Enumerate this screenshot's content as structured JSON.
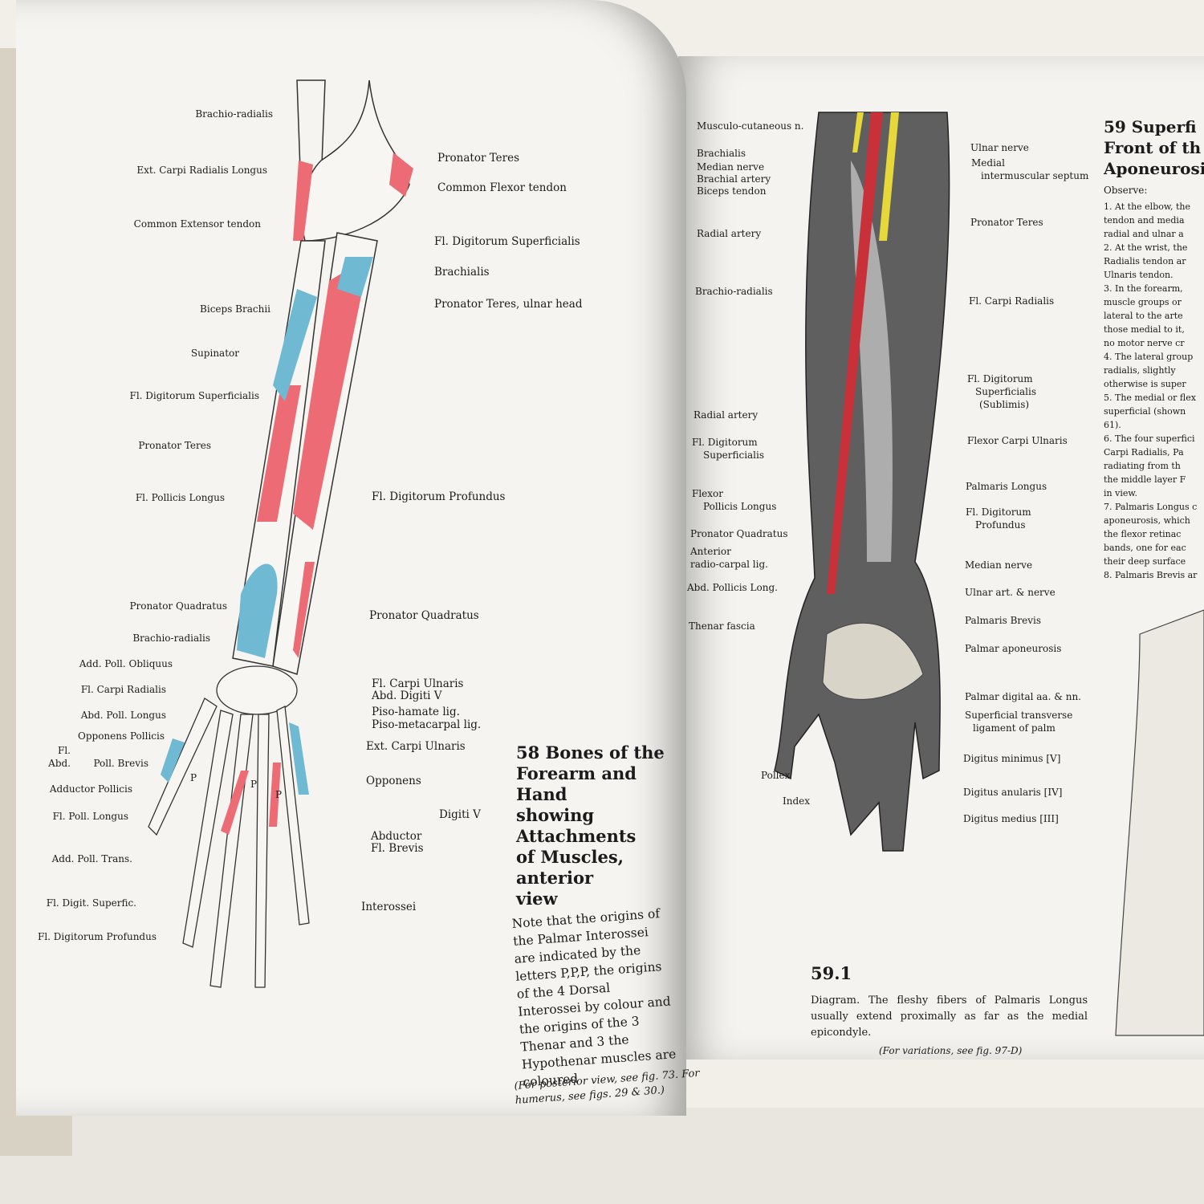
{
  "left_page": {
    "labels_left": [
      "Brachio-radialis",
      "Ext. Carpi Radialis Longus",
      "Common Extensor tendon",
      "Biceps Brachii",
      "Supinator",
      "Fl. Digitorum Superficialis",
      "Pronator Teres",
      "Fl. Pollicis Longus",
      "Pronator Quadratus",
      "Brachio-radialis",
      "Add. Poll. Obliquus",
      "Fl. Carpi Radialis",
      "Abd. Poll. Longus",
      "Opponens Pollicis",
      "Fl.",
      "Abd.",
      "Poll. Brevis",
      "Adductor Pollicis",
      "Fl. Poll. Longus",
      "Add. Poll. Trans.",
      "Fl. Digit. Superfic.",
      "Fl. Digitorum Profundus"
    ],
    "labels_right": [
      "Pronator Teres",
      "Common Flexor tendon",
      "Fl. Digitorum Superficialis",
      "Brachialis",
      "Pronator Teres, ulnar head",
      "Fl. Digitorum Profundus",
      "Pronator Quadratus",
      "Fl. Carpi Ulnaris",
      "Abd. Digiti V",
      "Piso-hamate lig.",
      "Piso-metacarpal lig.",
      "Ext. Carpi Ulnaris",
      "Opponens",
      "Digiti V",
      "Abductor",
      "Fl. Brevis",
      "Interossei",
      "P",
      "P",
      "P"
    ],
    "caption_title": [
      "58 Bones of the",
      "Forearm and Hand",
      "showing Attachments",
      "of Muscles, anterior",
      "view"
    ],
    "note": "Note that the origins of the Palmar Interossei are indicated by the letters P,P,P, the origins of the 4 Dorsal Interossei by colour and the origins of the 3 Thenar and 3 the Hypothenar muscles are coloured",
    "note_ref": [
      "(For posterior view, see fig. 73. For",
      "humerus, see figs. 29 & 30.)"
    ]
  },
  "right_page": {
    "labels_left": [
      "Musculo-cutaneous n.",
      "Brachialis",
      "Median nerve",
      "Brachial artery",
      "Biceps tendon",
      "Radial artery",
      "Brachio-radialis",
      "Radial artery",
      "Fl. Digitorum",
      "Superficialis",
      "Flexor",
      "Pollicis Longus",
      "Pronator Quadratus",
      "Anterior",
      "radio-carpal lig.",
      "Abd. Pollicis Long.",
      "Thenar fascia",
      "Pollex",
      "Index"
    ],
    "labels_right": [
      "Ulnar nerve",
      "Medial",
      "intermuscular septum",
      "Pronator Teres",
      "Fl. Carpi Radialis",
      "Fl. Digitorum",
      "Superficialis",
      "(Sublimis)",
      "Flexor Carpi Ulnaris",
      "Palmaris Longus",
      "Fl. Digitorum",
      "Profundus",
      "Median nerve",
      "Ulnar art. & nerve",
      "Palmaris Brevis",
      "Palmar aponeurosis",
      "Palmar digital aa. & nn.",
      "Superficial transverse",
      "ligament of palm",
      "Digitus minimus [V]",
      "Digitus anularis [IV]",
      "Digitus medius [III]"
    ],
    "fig_591": "59.1",
    "diagram_text": "Diagram. The fleshy fibers of Palmaris Longus usually extend proximally as far as the medial epicondyle.",
    "variations": "(For variations, see fig. 97-D)",
    "section_title": [
      "59 Superfi",
      "Front of th",
      "Aponeurosi"
    ],
    "observe": "Observe:",
    "observe_items": [
      "1. At the elbow, the",
      "    tendon and media",
      "    radial and ulnar a",
      "2. At the wrist, the",
      "    Radialis tendon ar",
      "    Ulnaris tendon.",
      "3. In the forearm,",
      "    muscle groups or",
      "    lateral to the arte",
      "    those medial to it,",
      "    no motor nerve cr",
      "4. The lateral group",
      "    radialis, slightly",
      "    otherwise is super",
      "5. The medial or flex",
      "    superficial (shown",
      "    61).",
      "6. The four superfici",
      "    Carpi Radialis, Pa",
      "    radiating from th",
      "    the middle layer F",
      "    in view.",
      "7. Palmaris Longus c",
      "    aponeurosis, which",
      "    the flexor retinac",
      "    bands, one for eac",
      "    their deep surface",
      "8. Palmaris Brevis ar"
    ]
  },
  "colors": {
    "muscle_red": "#ec6b74",
    "muscle_blue": "#6fb9d3",
    "paper": "#f5f4f0"
  }
}
